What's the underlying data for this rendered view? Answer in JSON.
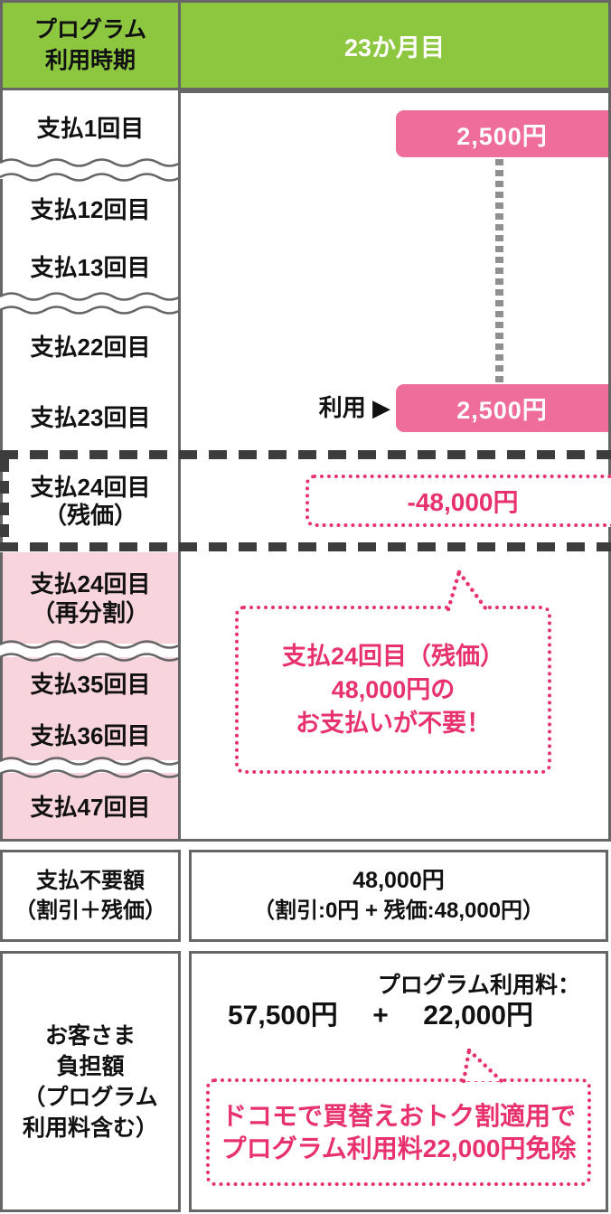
{
  "colors": {
    "green_header": "#8dc63f",
    "pink_bar": "#ee6d9b",
    "pink_row_bg": "#f8d5dc",
    "pink_accent": "#e8326e",
    "border_gray": "#666666",
    "dash_dark": "#3d3d3d",
    "dash_gray": "#8f8f8f"
  },
  "header": {
    "period": {
      "line1": "プログラム",
      "line2": "利用時期"
    },
    "month": "23か月目"
  },
  "payment_rows": {
    "r1": "支払1回目",
    "r12": "支払12回目",
    "r13": "支払13回目",
    "r22": "支払22回目",
    "r23": "支払23回目",
    "r24_zanka": {
      "line1": "支払24回目",
      "line2": "（残価）"
    },
    "r24_sai": {
      "line1": "支払24回目",
      "line2": "（再分割）"
    },
    "r35": "支払35回目",
    "r36": "支払36回目",
    "r47": "支払47回目"
  },
  "timeline": {
    "bar_month1": "2,500円",
    "bar_month23": "2,500円",
    "usage_label": "利用 ▶",
    "residual_amount": "-48,000円",
    "callout": {
      "line1": "支払24回目（残価）",
      "line2": "48,000円の",
      "line3": "お支払いが不要！"
    }
  },
  "summary": {
    "exempt_label": {
      "line1": "支払不要額",
      "line2": "（割引＋残価）"
    },
    "exempt_value": {
      "line1": "48,000円",
      "line2": "（割引:0円 + 残価:48,000円）"
    },
    "burden_label": {
      "line1": "お客さま",
      "line2": "負担額",
      "line3": "（プログラム",
      "line4": "利用料含む）"
    },
    "fee_label": "プログラム利用料：",
    "device_amount": "57,500円",
    "plus": "+",
    "fee_amount": "22,000円",
    "callout": {
      "line1": "ドコモで買替えおトク割適用で",
      "line2": "プログラム利用料22,000円免除"
    }
  }
}
